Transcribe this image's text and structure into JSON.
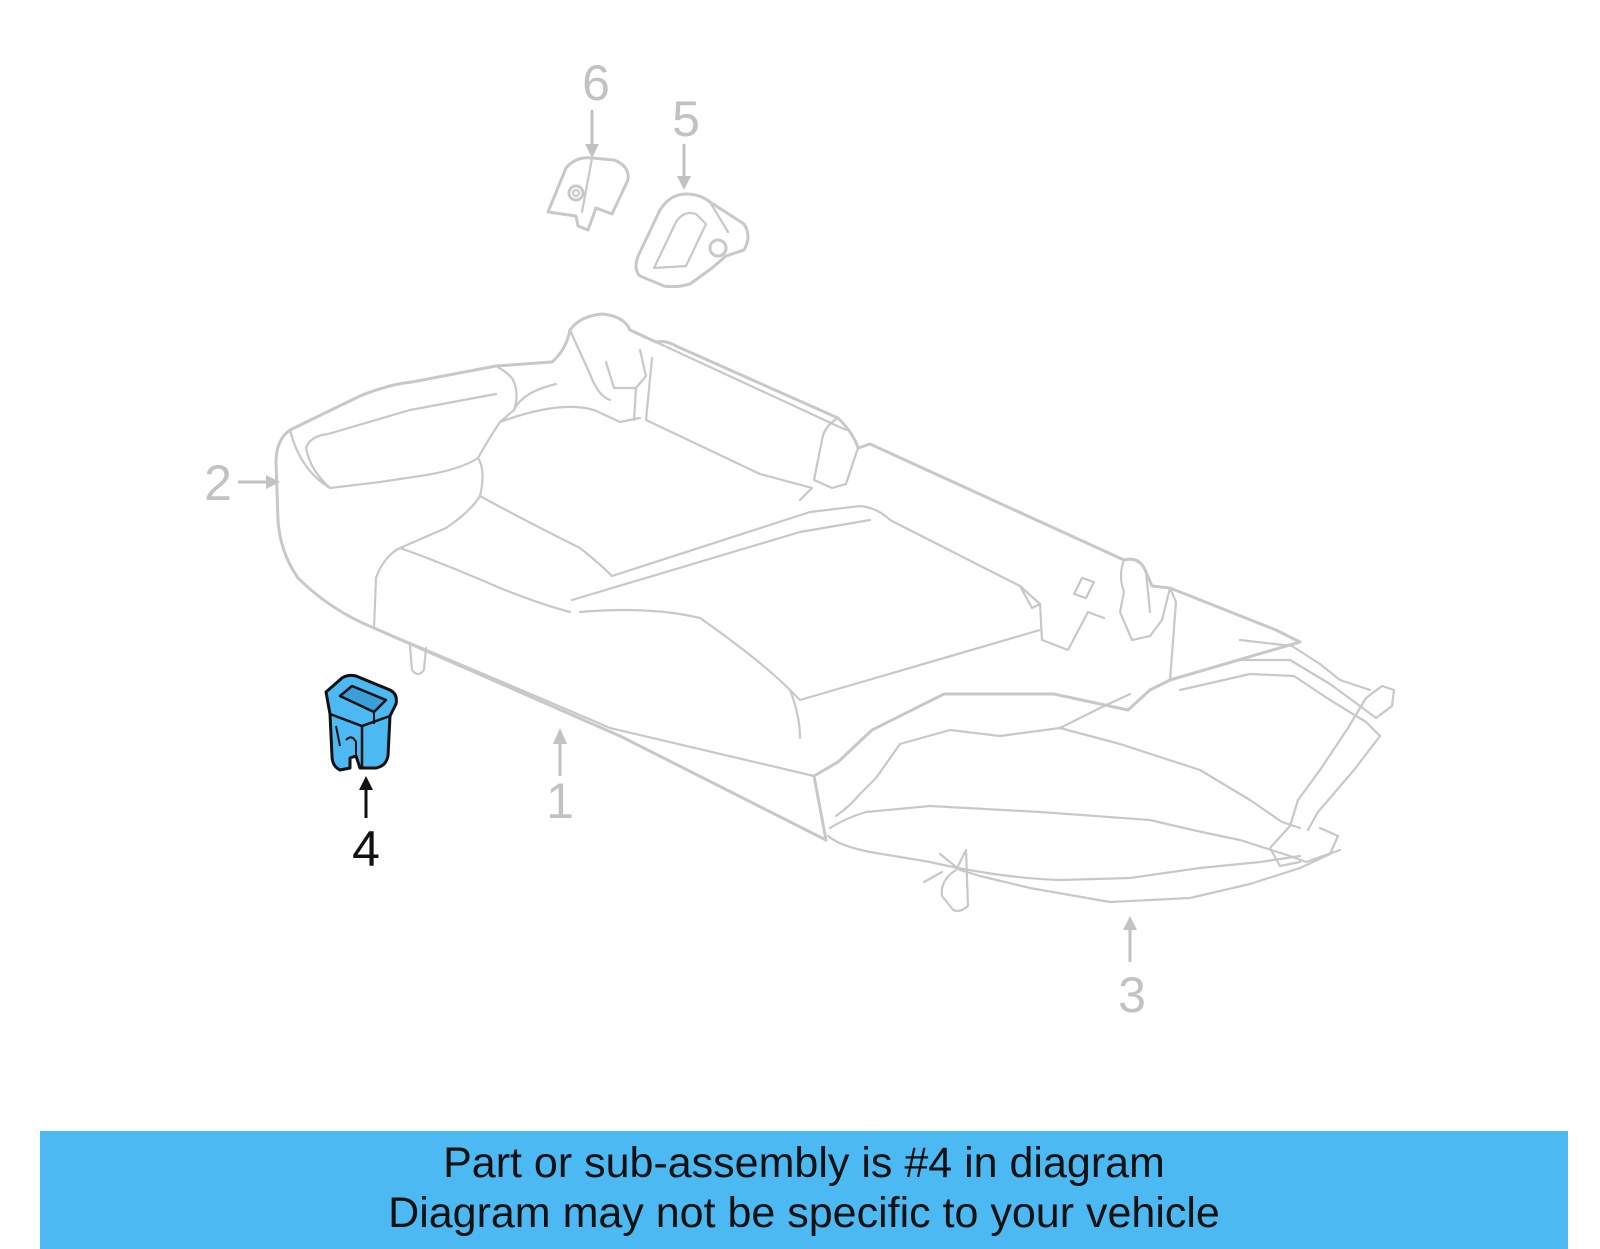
{
  "diagram": {
    "callouts": [
      {
        "label": "1",
        "highlighted": false
      },
      {
        "label": "2",
        "highlighted": false
      },
      {
        "label": "3",
        "highlighted": false
      },
      {
        "label": "4",
        "highlighted": true
      },
      {
        "label": "5",
        "highlighted": false
      },
      {
        "label": "6",
        "highlighted": false
      }
    ],
    "colors": {
      "highlight_part": "#4cb9f3",
      "faded_line": "#c8c8c8",
      "active_text": "#111111"
    }
  },
  "banner": {
    "line1": "Part or sub-assembly is #4 in diagram",
    "line2": "Diagram may not be specific to your vehicle",
    "background": "#4cb9f3"
  }
}
